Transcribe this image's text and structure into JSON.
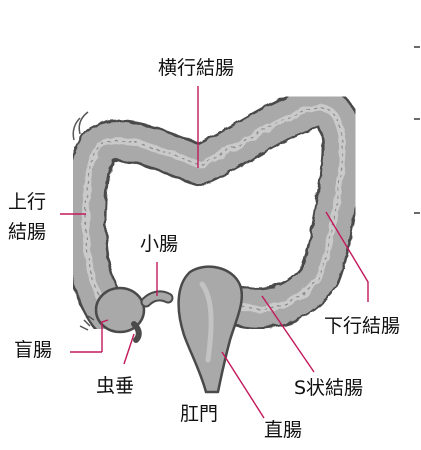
{
  "labels": {
    "transverse_colon": "横行結腸",
    "ascending_colon_line1": "上行",
    "ascending_colon_line2": "結腸",
    "small_intestine": "小腸",
    "descending_colon": "下行結腸",
    "cecum": "盲腸",
    "appendix": "虫垂",
    "sigmoid_colon": "S状結腸",
    "anus": "肛門",
    "rectum": "直腸"
  },
  "colors": {
    "leader_line": "#c2185b",
    "organ_fill": "#a9a9a9",
    "organ_outline": "#4a4a4a",
    "text": "#111111"
  }
}
